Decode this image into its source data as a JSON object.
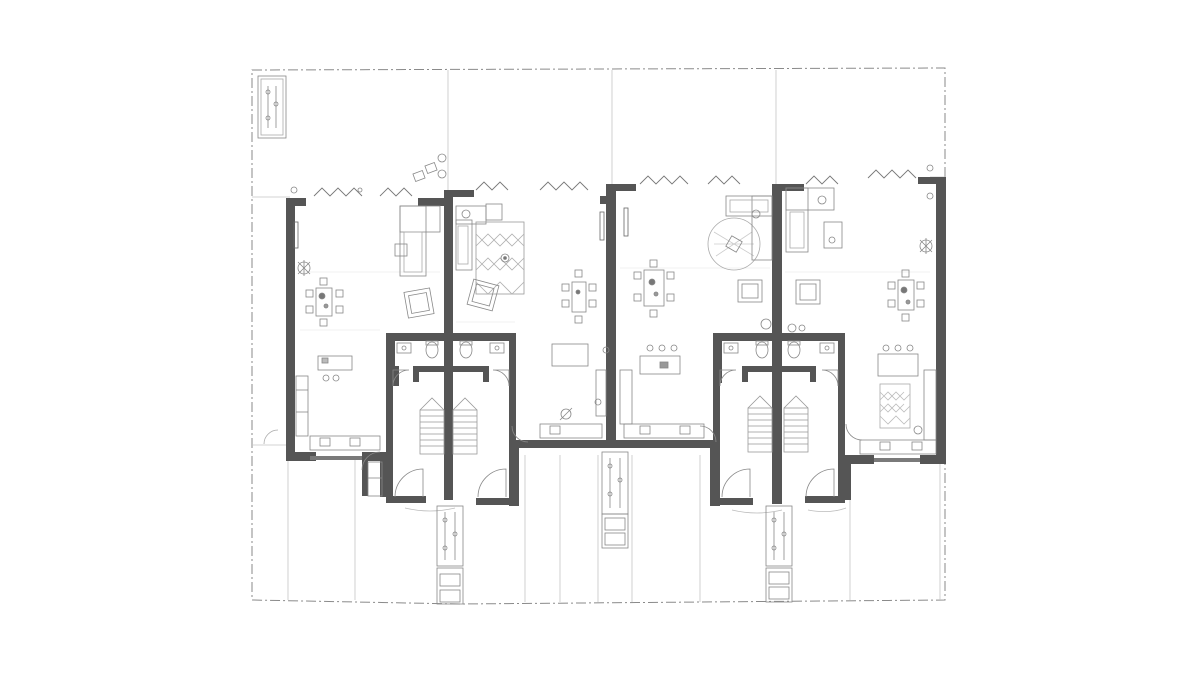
{
  "drawing": {
    "kind": "floor-plan",
    "units": 4,
    "wall_color": "#555555",
    "line_color": "#9a9a9a",
    "fine_line_color": "#bdbdbd",
    "boundary_style": "dash-dot",
    "icons": [
      "sofa-icon",
      "dining-table-icon",
      "armchair-icon",
      "plant-icon",
      "rug-icon",
      "staircase-icon",
      "toilet-icon",
      "sink-icon",
      "door-swing-icon",
      "bicycle-rack-icon",
      "bin-store-icon",
      "folding-door-icon"
    ]
  }
}
